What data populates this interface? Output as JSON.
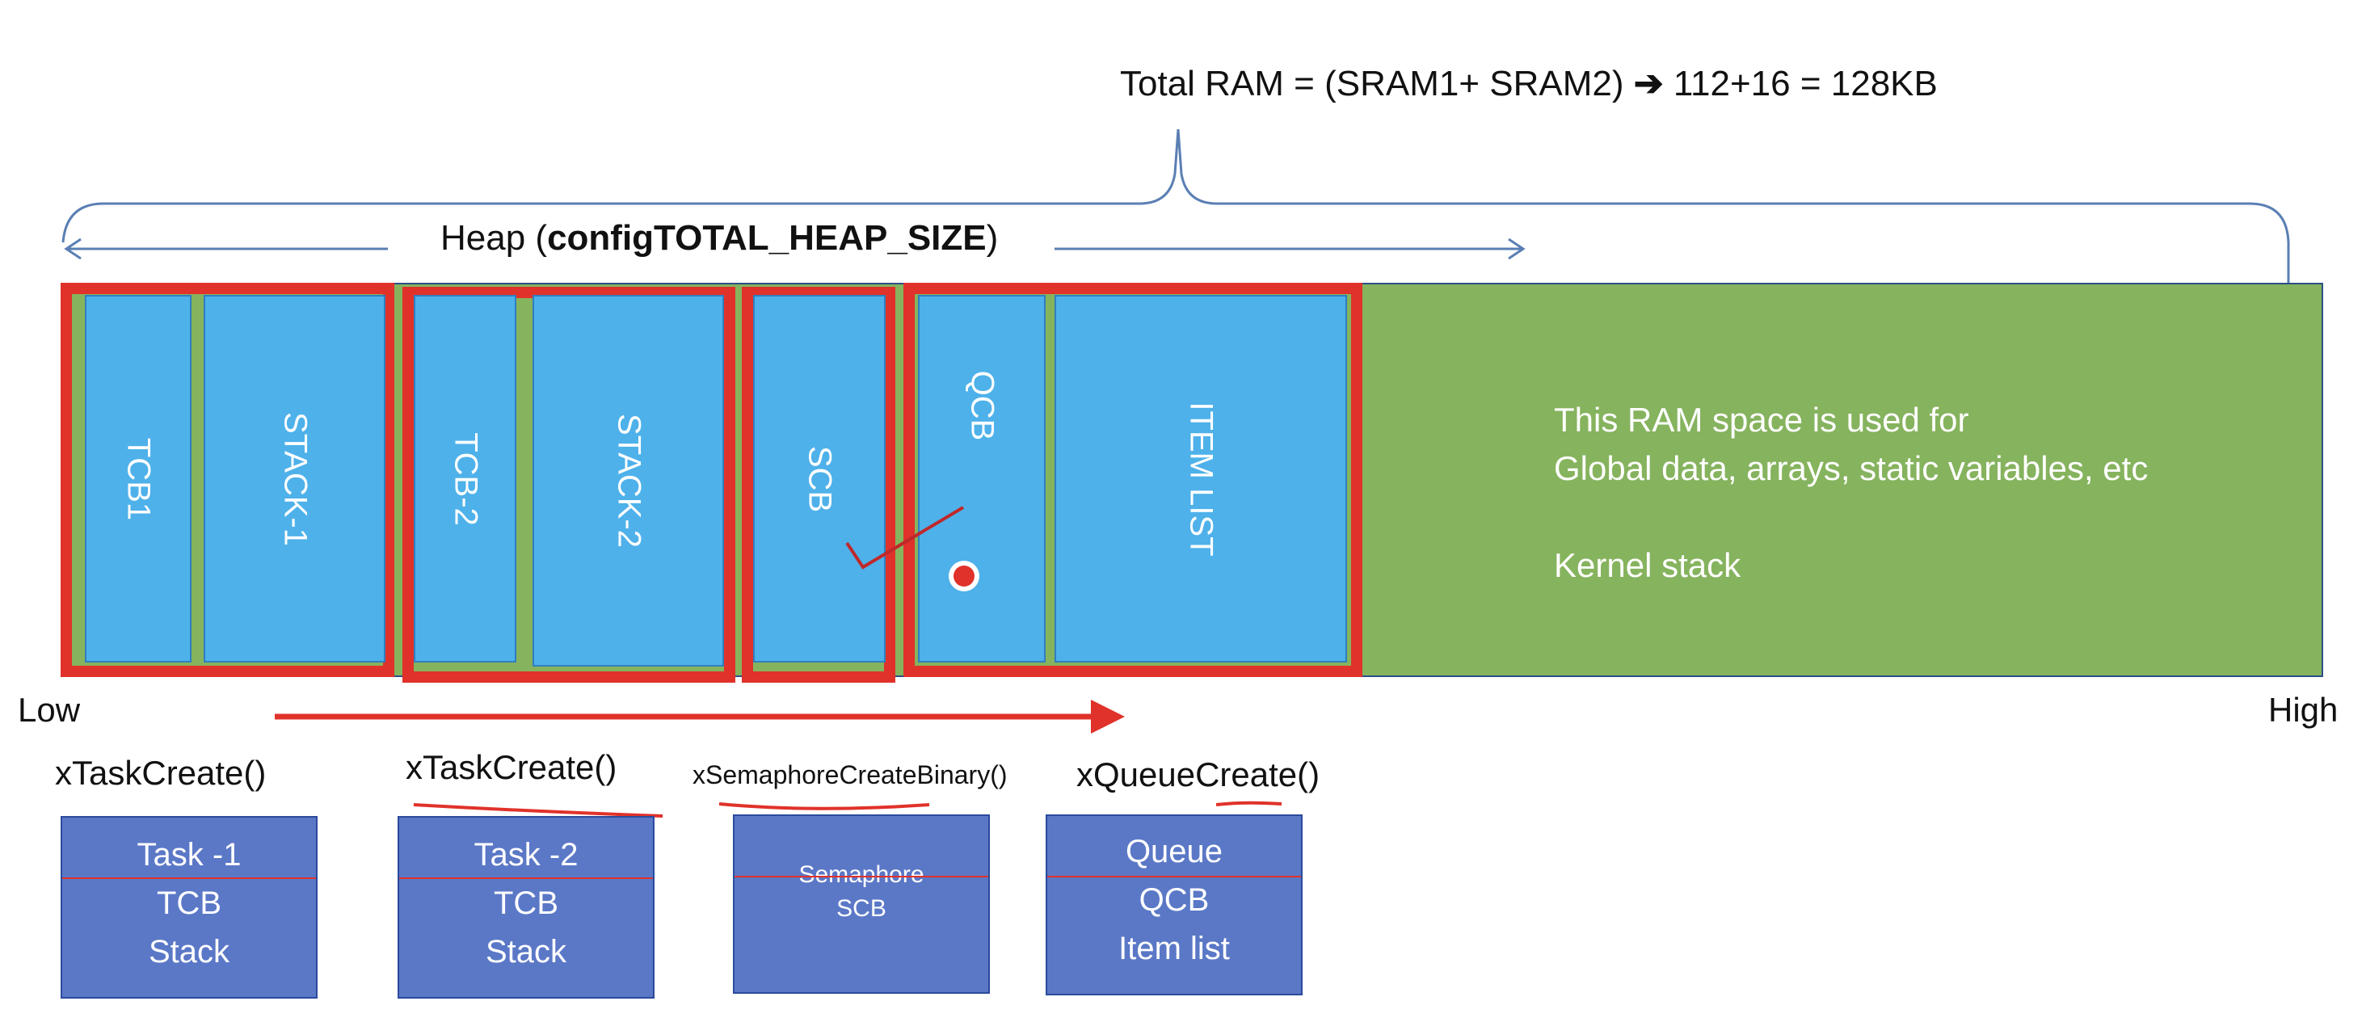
{
  "title": {
    "text_left": "Total RAM = (SRAM1+ SRAM2)",
    "arrow": "➔",
    "text_right": "112+16 = 128KB"
  },
  "heap": {
    "label_prefix": "Heap (",
    "label_bold": "configTOTAL_HEAP_SIZE",
    "label_suffix": ")"
  },
  "memory_blocks": [
    "TCB1",
    "STACK-1",
    "TCB-2",
    "STACK-2",
    "SCB",
    "QCB",
    "ITEM LIST"
  ],
  "ram_note": {
    "line1": "This RAM space is used for",
    "line2": "Global data, arrays, static variables, etc",
    "line3": "Kernel stack"
  },
  "axis": {
    "low": "Low",
    "high": "High"
  },
  "api_calls": [
    {
      "fn": "xTaskCreate()",
      "lines": [
        "Task -1",
        "TCB",
        "Stack"
      ]
    },
    {
      "fn": "xTaskCreate()",
      "lines": [
        "Task -2",
        "TCB",
        "Stack"
      ]
    },
    {
      "fn": "xSemaphoreCreateBinary()",
      "lines": [
        "Semaphore",
        "SCB"
      ]
    },
    {
      "fn": "xQueueCreate()",
      "lines": [
        "Queue",
        "QCB",
        "Item list"
      ]
    }
  ],
  "colors": {
    "heap_block": "#4eb1ea",
    "free_ram": "#86b35e",
    "allocation_border": "#e0322a",
    "card": "#5b78c7",
    "bracket_line": "#5a7fb4"
  }
}
